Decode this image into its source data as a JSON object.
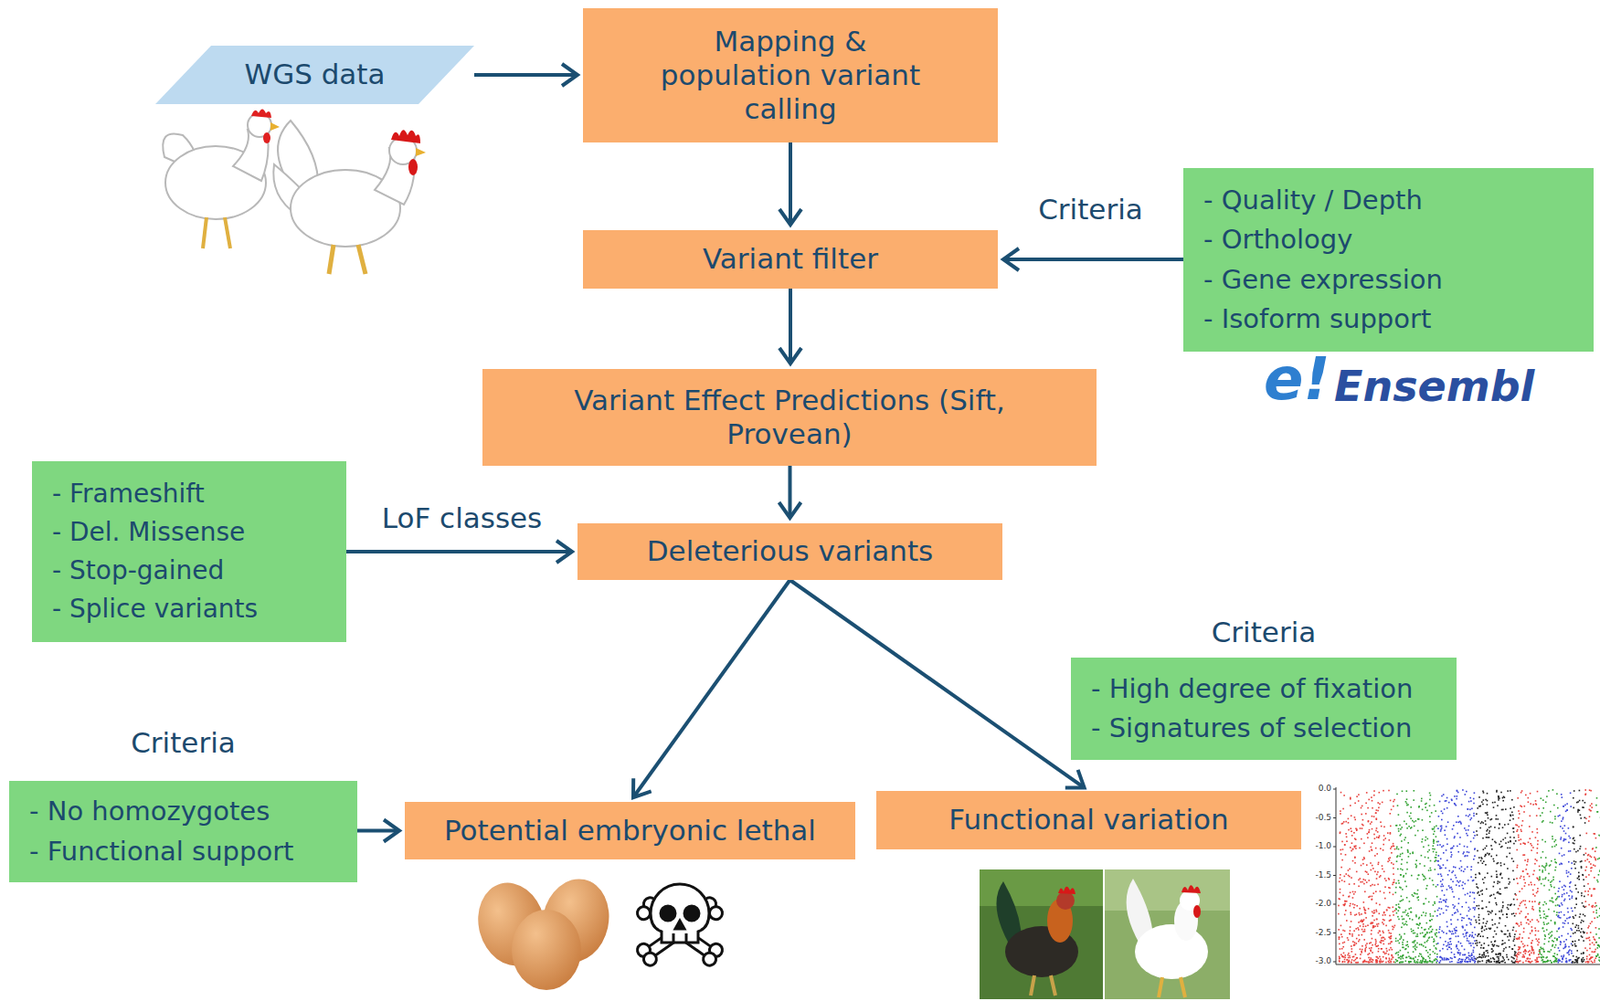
{
  "diagram": {
    "nodes": [
      {
        "text": [
          "WGS data"
        ]
      },
      {
        "text": [
          "Mapping & population variant calling"
        ]
      },
      {
        "text": [
          "Variant filter"
        ]
      },
      {
        "text": [
          "- Quality / Depth",
          "- Orthology",
          "- Gene expression",
          "- Isoform support"
        ]
      },
      {
        "text": [
          "Variant Effect Predictions (Sift, Provean)"
        ]
      },
      {
        "text": [
          "- Frameshift",
          "- Del. Missense",
          "- Stop-gained",
          "- Splice variants"
        ]
      },
      {
        "text": [
          "Deleterious variants"
        ]
      },
      {
        "text": [
          "Criteria",
          "- No homozygotes",
          "- Functional support"
        ]
      },
      {
        "text": [
          "Potential embryonic lethal"
        ]
      },
      {
        "text": [
          "Criteria",
          "- High degree of fixation",
          "- Signatures of selection"
        ]
      },
      {
        "text": [
          "Functional variation"
        ]
      }
    ],
    "edges": [
      {
        "from": 0,
        "to": 1,
        "arrow": "to"
      },
      {
        "from": 1,
        "to": 2,
        "arrow": "to"
      },
      {
        "from": 3,
        "to": 2,
        "label": "Criteria",
        "arrow": "to"
      },
      {
        "from": 2,
        "to": 4,
        "arrow": "to"
      },
      {
        "from": 4,
        "to": 6,
        "arrow": "to"
      },
      {
        "from": 5,
        "to": 6,
        "label": "LoF classes",
        "arrow": "to"
      },
      {
        "from": 6,
        "to": 8,
        "arrow": "to"
      },
      {
        "from": 6,
        "to": 10,
        "arrow": "to"
      },
      {
        "from": 7,
        "to": 8,
        "arrow": "to"
      }
    ],
    "labels": [
      "e!",
      "Ensembl",
      "0.0",
      "-0.5",
      "-1.0",
      "-1.5",
      "-2.0",
      "-2.5",
      "-3.0"
    ]
  }
}
